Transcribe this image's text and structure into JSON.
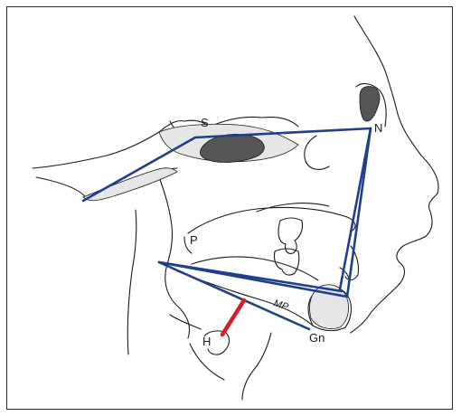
{
  "labels": {
    "S": "S",
    "N": "N",
    "P": "P",
    "MP": "MP",
    "Gn": "Gn",
    "H": "H"
  },
  "colors": {
    "reference_lines": "#1f3f8c",
    "hyoid_line": "#d11f2a",
    "outline": "#1a1a1a",
    "bone_fill": "#e6e6e6",
    "sinus_fill": "#555555"
  }
}
